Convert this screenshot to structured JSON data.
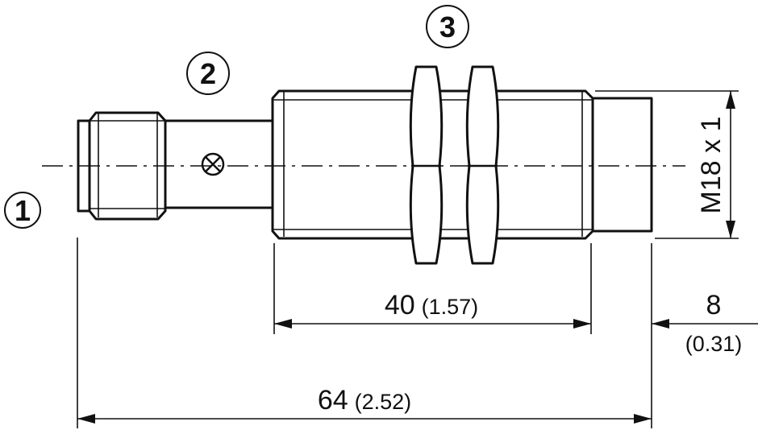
{
  "callouts": [
    "1",
    "2",
    "3"
  ],
  "dimensions": {
    "body_length": {
      "value": "40",
      "inch": "(1.57)"
    },
    "front_length": {
      "value": "8",
      "inch": "(0.31)"
    },
    "total_length": {
      "value": "64",
      "inch": "(2.52)"
    },
    "thread": "M18 x 1"
  }
}
